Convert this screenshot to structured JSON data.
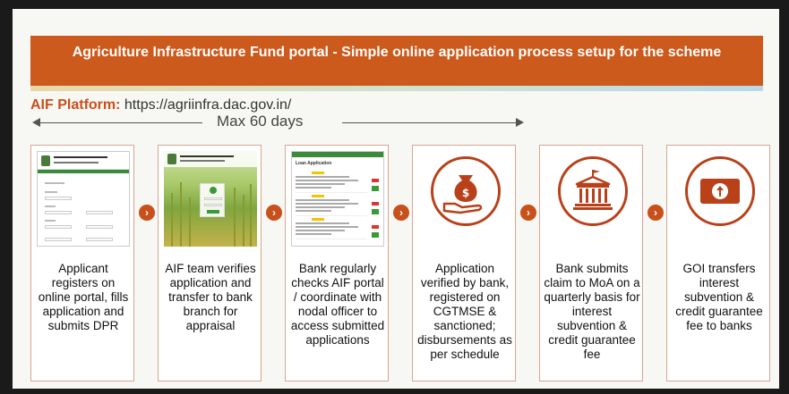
{
  "title": "Agriculture Infrastructure Fund portal - Simple online application process setup for the scheme",
  "platform": {
    "label": "AIF Platform:",
    "url": "https://agriinfra.dac.gov.in/"
  },
  "timeline": {
    "label": "Max 60 days"
  },
  "connector_glyph": "›",
  "steps": [
    {
      "text": "Applicant registers on online portal, fills application and submits DPR",
      "visual": "registration-form-screenshot"
    },
    {
      "text": "AIF team verifies application and transfer to bank branch for appraisal",
      "visual": "login-page-screenshot"
    },
    {
      "text": "Bank regularly checks AIF portal / coordinate with nodal officer to access submitted applications",
      "visual": "loan-application-list-screenshot",
      "screen_title": "Loan Application"
    },
    {
      "text": "Application verified by bank, registered on CGTMSE & sanctioned; disbursements as per schedule",
      "visual": "money-bag-hand-icon"
    },
    {
      "text": "Bank submits claim to MoA on a quarterly basis for interest subvention & credit guarantee fee",
      "visual": "government-building-icon"
    },
    {
      "text": "GOI transfers interest subvention & credit guarantee fee to banks",
      "visual": "banknote-transfer-icon"
    }
  ],
  "colors": {
    "accent": "#cc5a1c",
    "icon_stroke": "#b8411a",
    "portal_green": "#3c8a3c"
  }
}
